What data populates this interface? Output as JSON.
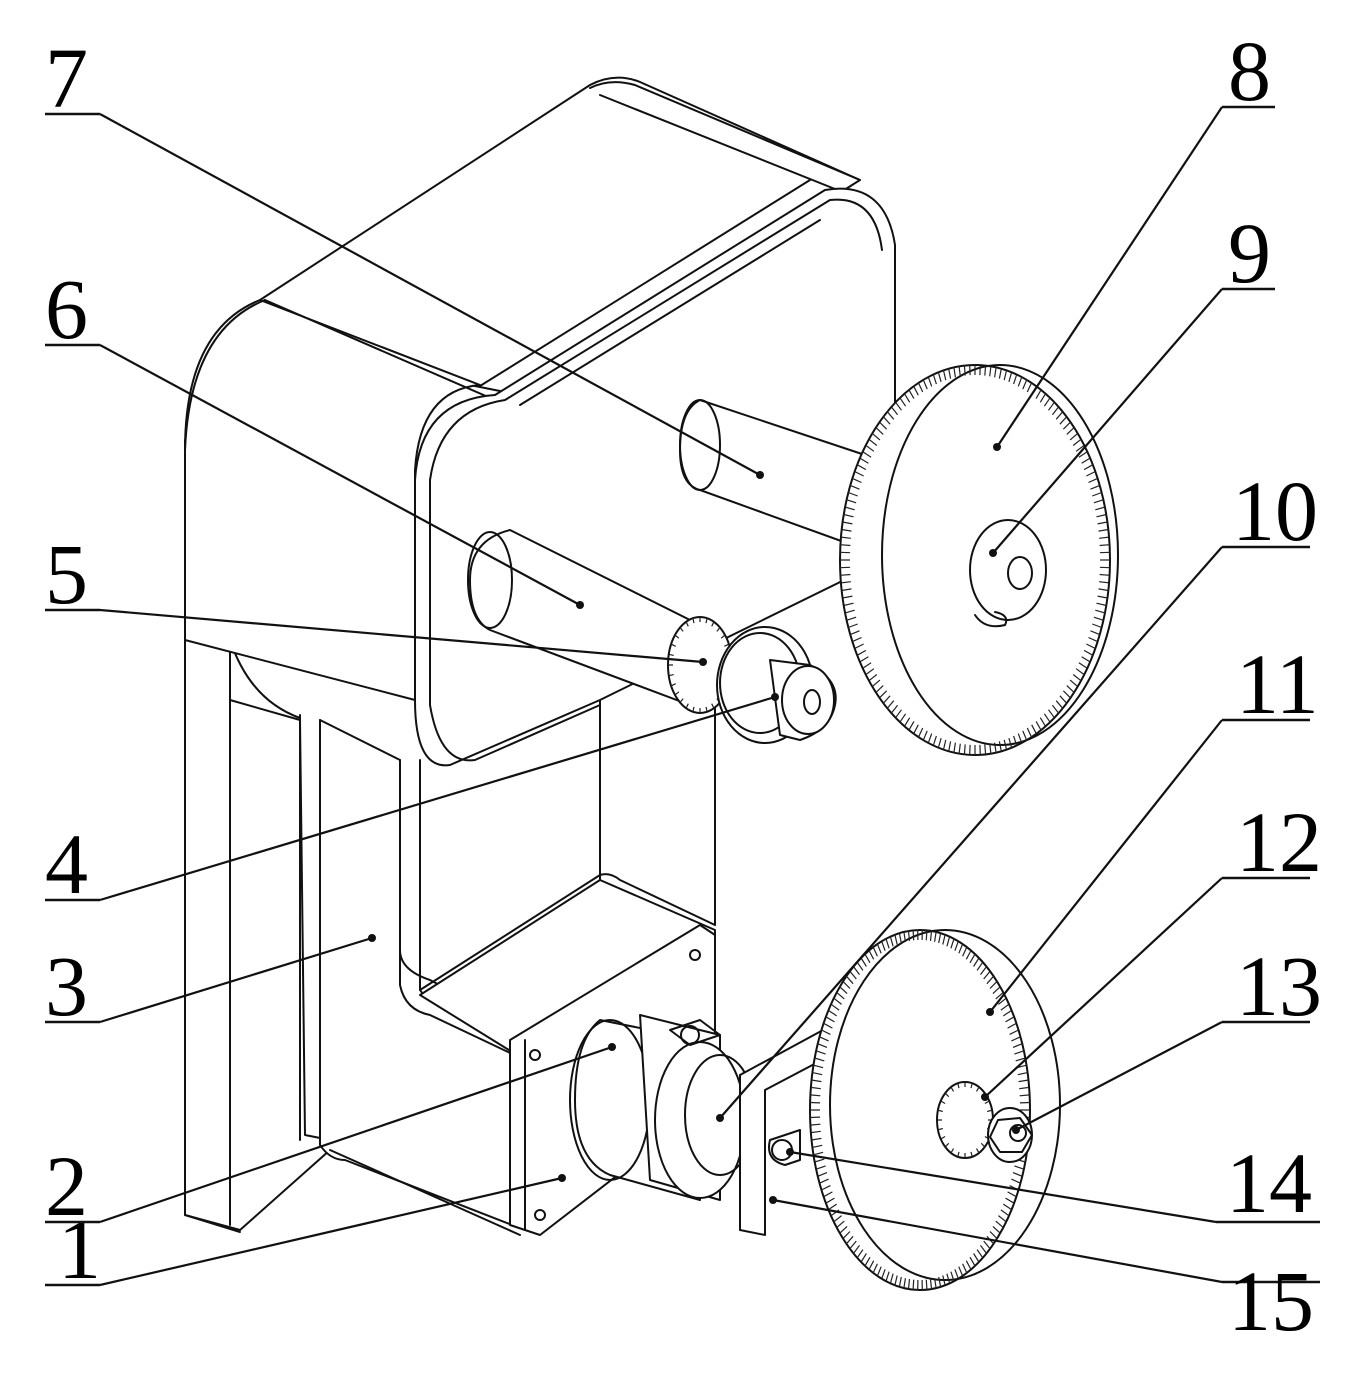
{
  "figure": {
    "callouts": [
      {
        "label": "1"
      },
      {
        "label": "2"
      },
      {
        "label": "3"
      },
      {
        "label": "4"
      },
      {
        "label": "5"
      },
      {
        "label": "6"
      },
      {
        "label": "7"
      },
      {
        "label": "8"
      },
      {
        "label": "9"
      },
      {
        "label": "10"
      },
      {
        "label": "11"
      },
      {
        "label": "12"
      },
      {
        "label": "13"
      },
      {
        "label": "14"
      },
      {
        "label": "15"
      }
    ]
  }
}
